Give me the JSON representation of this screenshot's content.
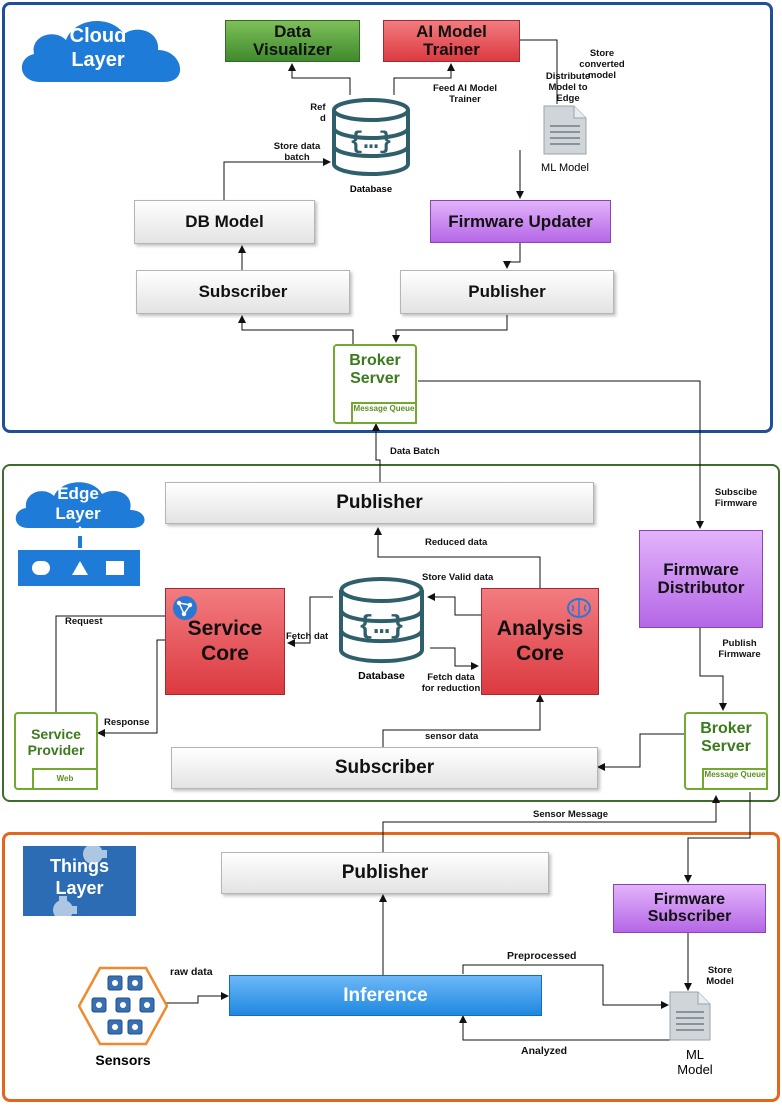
{
  "colors": {
    "cloud_border": "#1f4e9a",
    "edge_border": "#3f6b2f",
    "things_border": "#e2661e",
    "cloud_icon": "#1e7bd7",
    "broker_green": "#73a92f",
    "database_teal": "#2f5f6b"
  },
  "cloud": {
    "label_line1": "Cloud",
    "label_line2": "Layer",
    "data_visualizer": "Data Visualizer",
    "ai_trainer": "AI Model Trainer",
    "database_label": "Database",
    "db_model": "DB Model",
    "firmware_updater": "Firmware Updater",
    "subscriber": "Subscriber",
    "publisher": "Publisher",
    "broker_title": "Broker Server",
    "broker_sub": "Message Queue",
    "ml_model": "ML Model",
    "labels": {
      "refresh": "Ref",
      "refresh2": "d",
      "feed_trainer": "Feed AI Model Trainer",
      "store_batch": "Store data batch",
      "store_converted": "Store converted model",
      "distribute": "Distribute Model to Edge"
    }
  },
  "edge": {
    "label_line1": "Edge",
    "label_line2": "Layer",
    "publisher": "Publisher",
    "service_core": "Service Core",
    "analysis_core": "Analysis Core",
    "database_label": "Database",
    "subscriber": "Subscriber",
    "service_provider": "Service Provider",
    "service_provider_sub": "Web",
    "firmware_distributor": "Firmware Distributor",
    "broker_title": "Broker Server",
    "broker_sub": "Message Queue",
    "labels": {
      "data_batch": "Data Batch",
      "subscribe_firmware": "Subscibe Firmware",
      "reduced_data": "Reduced data",
      "store_valid": "Store Valid data",
      "fetch_data": "Fetch dat",
      "fetch_reduction": "Fetch data for reduction",
      "request": "Request",
      "response": "Response",
      "sensor_data": "sensor data",
      "publish_firmware": "Publish Firmware"
    }
  },
  "things": {
    "label_line1": "Things",
    "label_line2": "Layer",
    "publisher": "Publisher",
    "firmware_subscriber": "Firmware Subscriber",
    "inference": "Inference",
    "sensors": "Sensors",
    "ml_model": "ML Model",
    "labels": {
      "sensor_message": "Sensor Message",
      "raw_data": "raw data",
      "preprocessed": "Preprocessed",
      "analyzed": "Analyzed",
      "store_model": "Store Model"
    }
  }
}
